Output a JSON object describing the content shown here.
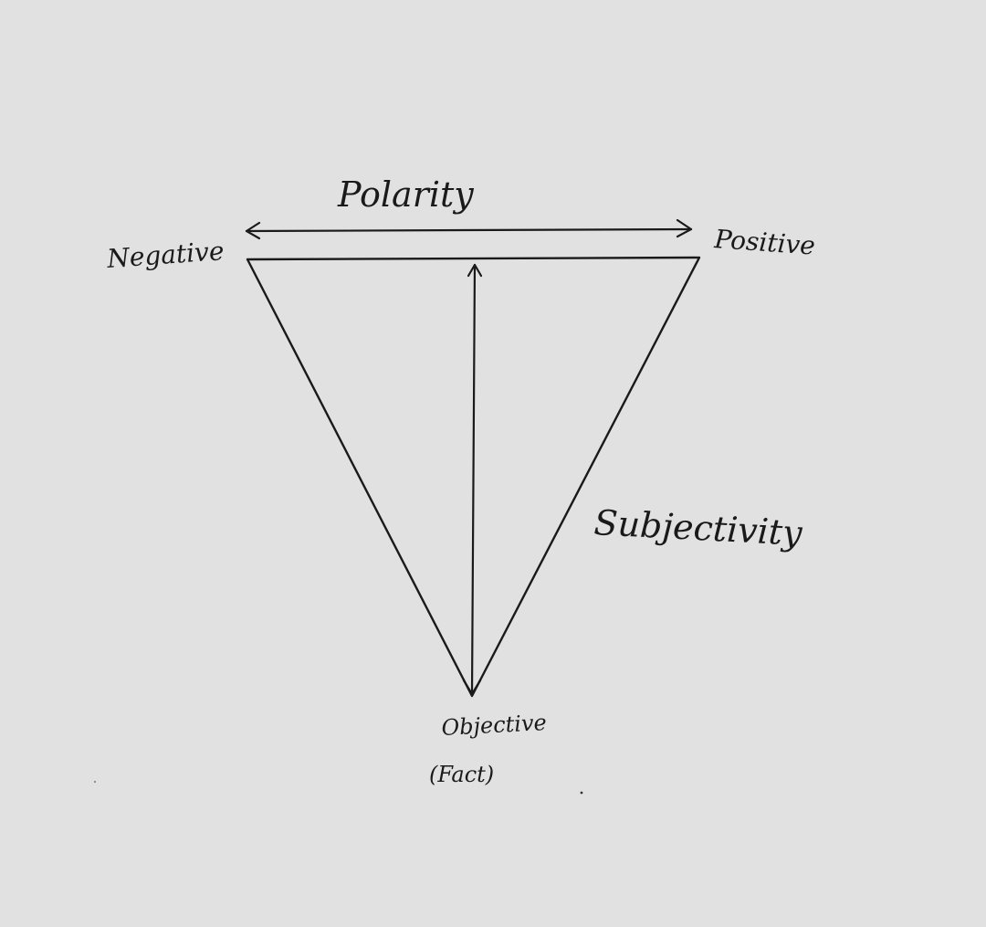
{
  "diagram": {
    "polarity_label": "Polarity",
    "negative_label": "Negative",
    "positive_label": "Positive",
    "subjectivity_label": "Subjectivity",
    "objective_label": "Objective",
    "fact_label": "(Fact)",
    "colors": {
      "background": "#e1e1e1",
      "ink": "#1a1a1a"
    }
  }
}
